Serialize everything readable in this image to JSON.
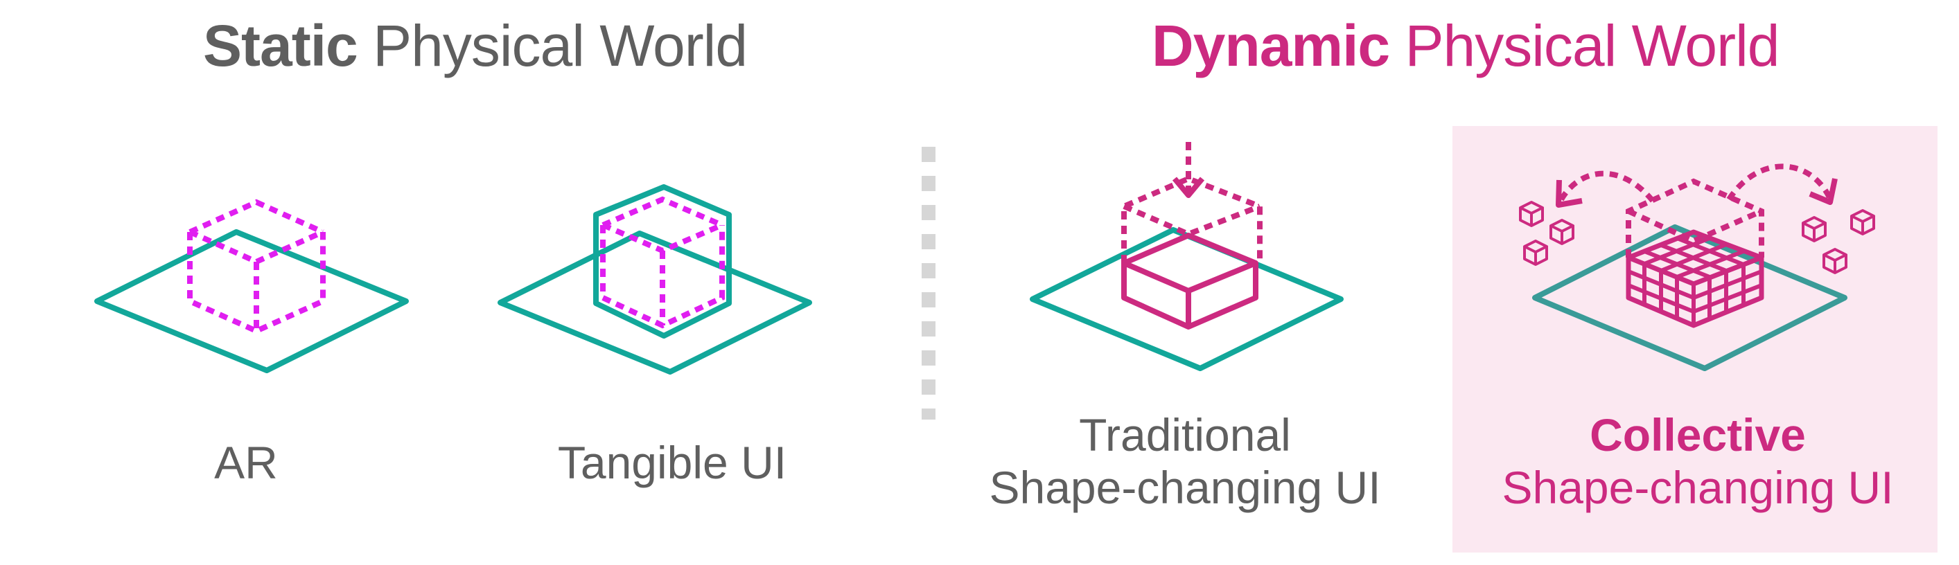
{
  "headings": {
    "static": {
      "bold": "Static",
      "rest": " Physical World"
    },
    "dynamic": {
      "bold": "Dynamic",
      "rest": " Physical World"
    }
  },
  "captions": {
    "ar": "AR",
    "tangible": "Tangible UI",
    "traditional": {
      "line1": "Traditional",
      "line2": "Shape-changing UI"
    },
    "collective": {
      "line1": "Collective",
      "line2": "Shape-changing UI"
    }
  },
  "colors": {
    "teal": "#12a79a",
    "magenta": "#e01ef0",
    "pink": "#cc2a80",
    "gray_text": "#5f5f5f",
    "divider": "#d6d6d6",
    "highlight_bg": "#fbe8f1"
  }
}
